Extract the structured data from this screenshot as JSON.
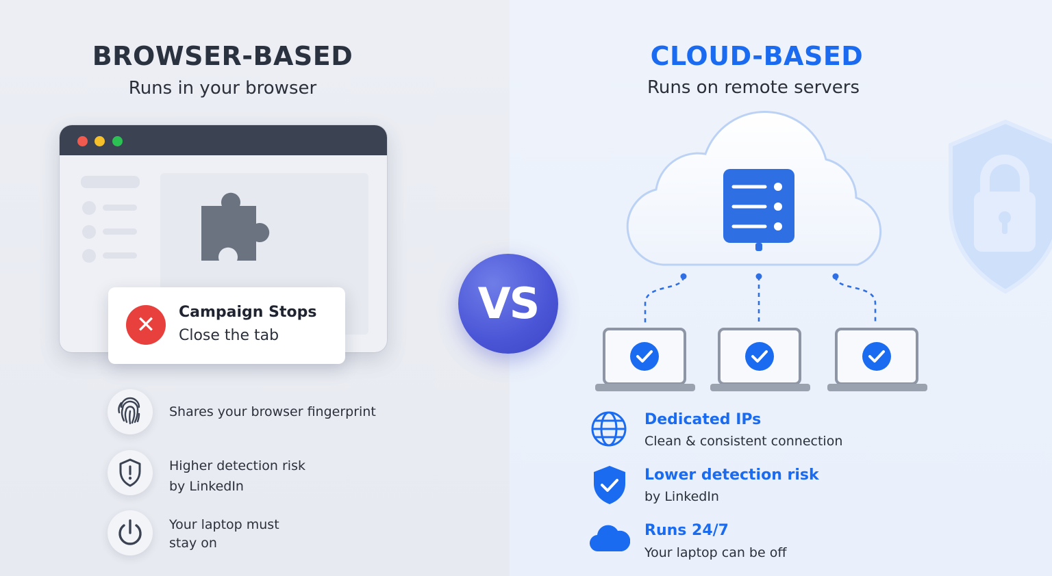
{
  "left": {
    "title": "BROWSER-BASED",
    "subtitle": "Runs in your browser",
    "alert": {
      "title": "Campaign Stops",
      "subtitle": "Close the tab"
    },
    "features": [
      {
        "icon": "fingerprint-icon",
        "line1": "Shares your browser fingerprint",
        "line2": ""
      },
      {
        "icon": "shield-alert-icon",
        "line1": "Higher detection risk",
        "line2": "by LinkedIn"
      },
      {
        "icon": "power-icon",
        "line1": "Your laptop must",
        "line2": "stay on"
      }
    ]
  },
  "vs_label": "VS",
  "right": {
    "title": "CLOUD-BASED",
    "subtitle": "Runs on remote servers",
    "features": [
      {
        "icon": "globe-icon",
        "title": "Dedicated IPs",
        "subtitle": "Clean & consistent connection"
      },
      {
        "icon": "shield-check-icon",
        "title": "Lower detection risk",
        "subtitle": "by LinkedIn"
      },
      {
        "icon": "cloud-icon",
        "title": "Runs 24/7",
        "subtitle": "Your laptop can be off"
      }
    ]
  },
  "colors": {
    "accent_blue": "#1a6bf0",
    "alert_red": "#e8403c",
    "vs_purple": "#4a55d6",
    "dark": "#2b323f"
  }
}
